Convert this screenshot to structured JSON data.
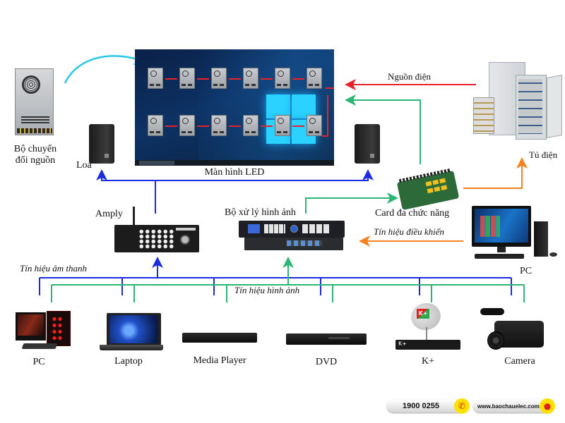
{
  "colors": {
    "power": "#e8212a",
    "video": "#2bb673",
    "audio": "#1a2be0",
    "control": "#f58220",
    "usb_arc": "#29c8e8",
    "cabinet_label": "#e01818",
    "video_label": "#2aa46a",
    "audio_label": "#1a24c8",
    "control_label": "#f07a1a",
    "footer_badge": "#ffe000"
  },
  "nodes": {
    "power_supply": {
      "label_line1": "Bộ chuyển",
      "label_line2": "đổi nguồn",
      "icon": "power-supply-icon"
    },
    "speaker_left": {
      "label": "Loa",
      "icon": "speaker-icon"
    },
    "led_screen": {
      "label": "Màn hình LED",
      "icon": "led-screen-icon",
      "modules_per_row": 6,
      "rows": 2
    },
    "speaker_right": {
      "label": "",
      "icon": "speaker-icon"
    },
    "cabinet": {
      "label": "Tủ điện",
      "icon": "electrical-cabinet-icon"
    },
    "amply": {
      "label": "Amply",
      "icon": "amplifier-icon"
    },
    "video_processor": {
      "label": "Bộ xử lý hình ảnh",
      "icon": "video-processor-icon"
    },
    "control_card": {
      "label": "Card đa chức năng",
      "icon": "control-card-icon"
    },
    "pc_control": {
      "label": "PC",
      "icon": "desktop-pc-icon"
    },
    "sources": [
      {
        "label": "PC",
        "icon": "gaming-pc-icon"
      },
      {
        "label": "Laptop",
        "icon": "laptop-icon"
      },
      {
        "label": "Media Player",
        "icon": "media-player-icon"
      },
      {
        "label": "DVD",
        "icon": "dvd-player-icon"
      },
      {
        "label": "K+",
        "icon": "satellite-receiver-icon",
        "logo": "K+"
      },
      {
        "label": "Camera",
        "icon": "video-camera-icon"
      }
    ]
  },
  "signals": {
    "power": "Nguồn điện",
    "audio": "Tín hiệu âm thanh",
    "video": "Tín hiệu hình ảnh",
    "control": "Tín hiệu điều khiển"
  },
  "footer": {
    "hotline": "1900 0255",
    "website": "www.baochauelec.com",
    "phone_icon": "phone-icon",
    "globe_icon": "globe-icon"
  }
}
